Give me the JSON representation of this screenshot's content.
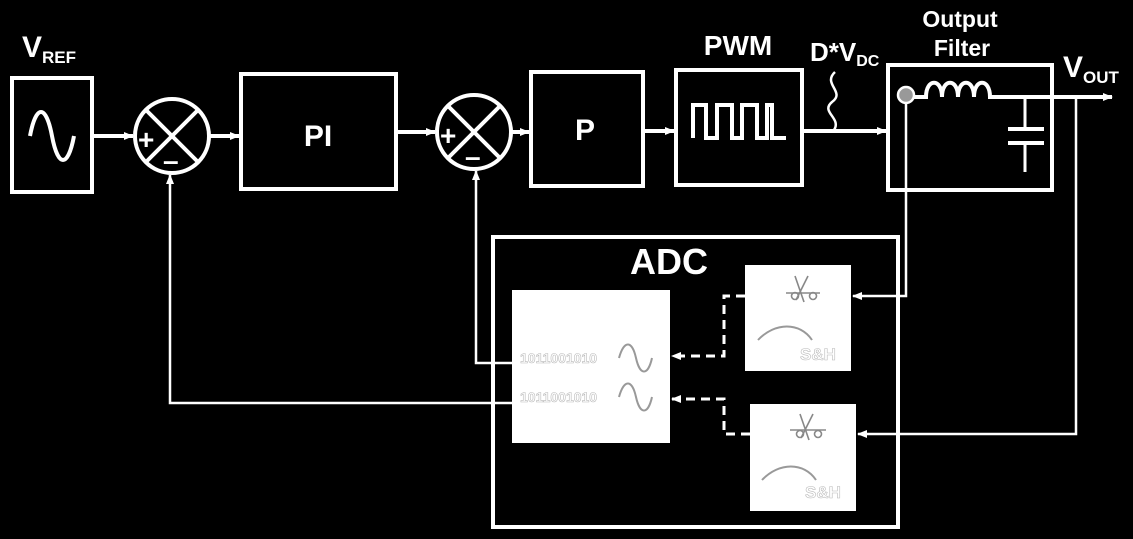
{
  "labels": {
    "vref_main": "V",
    "vref_sub": "REF",
    "pi": "PI",
    "p": "P",
    "pwm": "PWM",
    "dvdc_main": "D*V",
    "dvdc_sub": "DC",
    "filter_line1": "Output",
    "filter_line2": "Filter",
    "vout_main": "V",
    "vout_sub": "OUT",
    "adc": "ADC",
    "plus": "+",
    "minus": "–",
    "bits1": "1011001010",
    "bits2": "1011001010",
    "sh1": "S&H",
    "sh2": "S&H"
  },
  "colors": {
    "background": "#000000",
    "foreground": "#ffffff",
    "sh_circle": "#999999"
  }
}
